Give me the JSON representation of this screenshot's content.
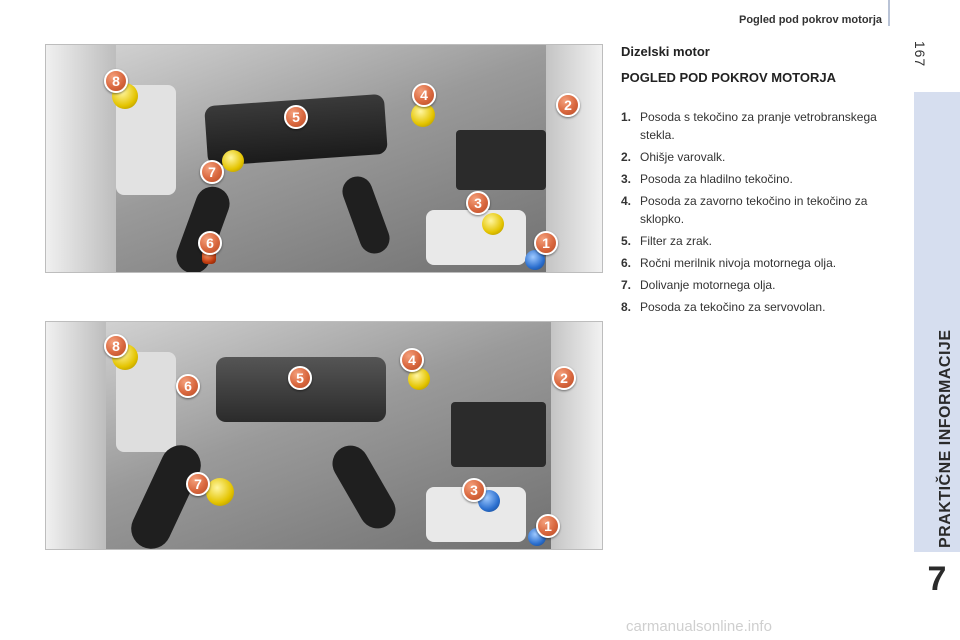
{
  "header": {
    "title": "Pogled pod pokrov motorja",
    "page_number": "167"
  },
  "side_tab": {
    "label": "PRAKTIČNE INFORMACIJE",
    "chapter_number": "7"
  },
  "content": {
    "section_title": "Dizelski motor",
    "heading": "POGLED POD POKROV MOTORJA",
    "legend": [
      {
        "num": "1.",
        "text": "Posoda s tekočino za pranje vetrobranskega stekla."
      },
      {
        "num": "2.",
        "text": "Ohišje varovalk."
      },
      {
        "num": "3.",
        "text": "Posoda za hladilno tekočino."
      },
      {
        "num": "4.",
        "text": "Posoda za zavorno tekočino in tekočino za sklopko."
      },
      {
        "num": "5.",
        "text": "Filter za zrak."
      },
      {
        "num": "6.",
        "text": "Ročni merilnik nivoja motornega olja."
      },
      {
        "num": "7.",
        "text": "Dolivanje motornega olja."
      },
      {
        "num": "8.",
        "text": "Posoda za tekočino za servovolan."
      }
    ]
  },
  "photos": {
    "engine_1_markers": [
      "8",
      "5",
      "4",
      "2",
      "7",
      "3",
      "6",
      "1"
    ],
    "engine_2_markers": [
      "8",
      "6",
      "5",
      "4",
      "2",
      "7",
      "3",
      "1"
    ]
  },
  "watermark": "carmanualsonline.info"
}
